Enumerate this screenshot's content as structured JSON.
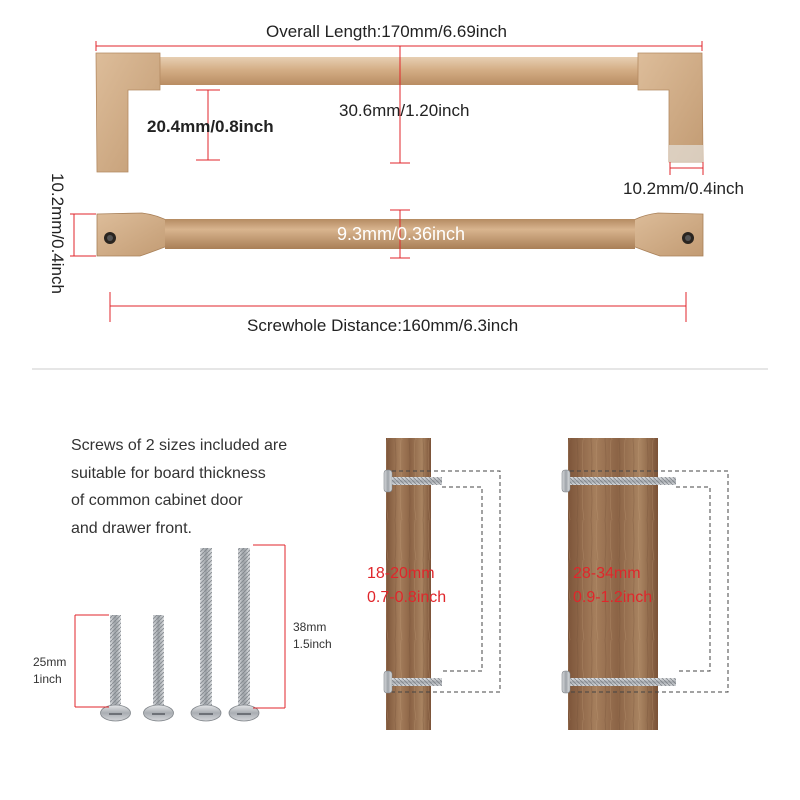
{
  "top_view": {
    "overall_length": "Overall Length:170mm/6.69inch",
    "height_label": "30.6mm/1.20inch",
    "depth_label": "20.4mm/0.8inch",
    "leg_width": "10.2mm/0.4inch"
  },
  "side_view": {
    "bar_diameter": "9.3mm/0.36inch",
    "end_height": "10.2mm/0.4inch",
    "screwhole_distance": "Screwhole Distance:160mm/6.3inch"
  },
  "screws": {
    "description_lines": [
      "Screws of 2 sizes included are",
      "suitable for board thickness",
      "of common cabinet door",
      "and drawer front."
    ],
    "short_size_mm": "25mm",
    "short_size_in": "1inch",
    "long_size_mm": "38mm",
    "long_size_in": "1.5inch"
  },
  "boards": [
    {
      "range_mm": "18-20mm",
      "range_in": "0.7-0.8inch"
    },
    {
      "range_mm": "28-34mm",
      "range_in": "0.9-1.2inch"
    }
  ],
  "colors": {
    "gold": "#c9a27a",
    "gold_dark": "#a98058",
    "gold_light": "#e6ccb0",
    "dimension_red": "#e0262b",
    "wood": "#8a6142",
    "wood_light": "#b08a67",
    "steel": "#b9bcc0"
  }
}
